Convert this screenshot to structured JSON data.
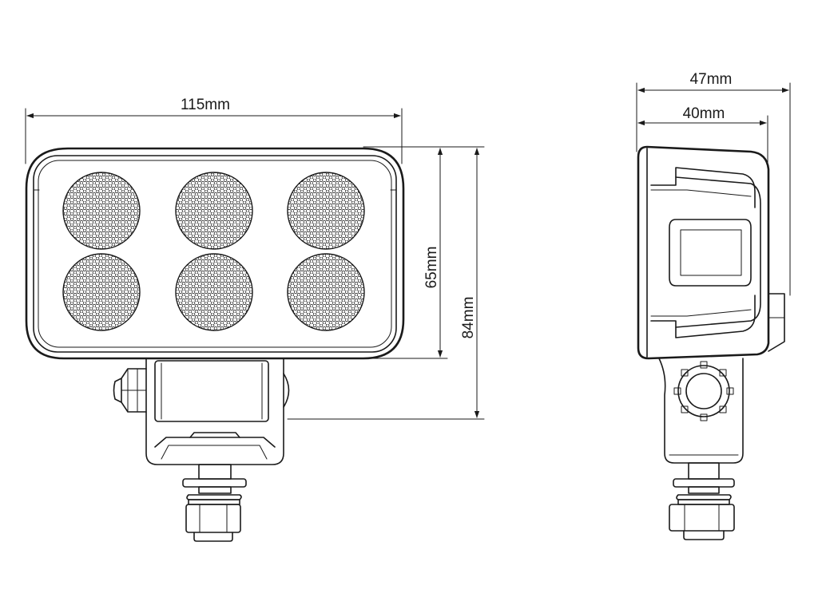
{
  "dimensions": {
    "front_width": "115mm",
    "front_lens_height": "65mm",
    "front_total_height": "84mm",
    "side_total_depth": "47mm",
    "side_housing_depth": "40mm"
  },
  "front_view": {
    "led_rows": 2,
    "led_cols": 3
  },
  "colors": {
    "line": "#1a1a1a",
    "background": "#ffffff"
  }
}
